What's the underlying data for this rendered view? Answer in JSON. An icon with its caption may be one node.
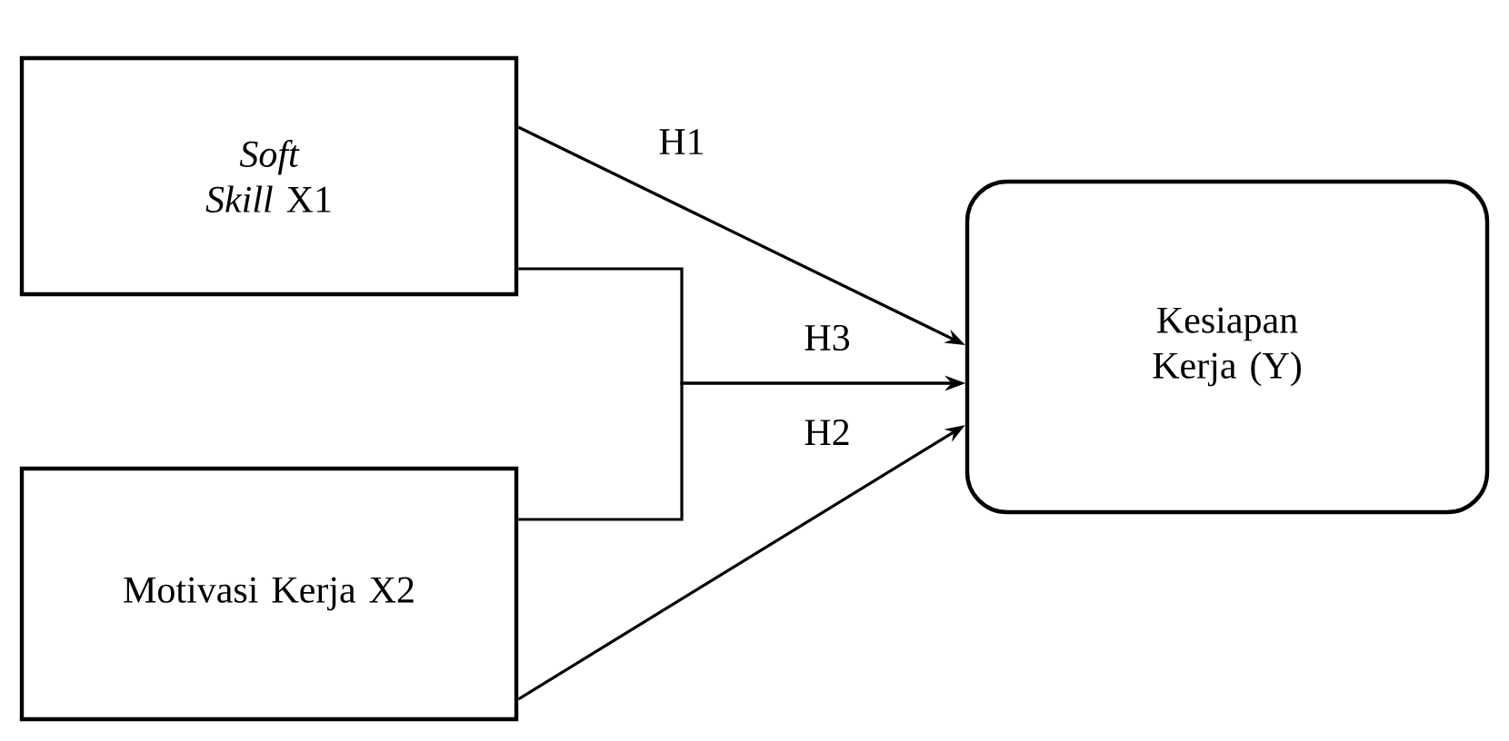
{
  "diagram": {
    "nodes": [
      {
        "text": [
          "*Soft Skill* X1"
        ]
      },
      {
        "text": [
          "Motivasi Kerja X2"
        ]
      },
      {
        "text": [
          "Kesiapan Kerja (Y)"
        ]
      }
    ],
    "edges": [
      {
        "from": 0,
        "to": 2,
        "arrow": "to",
        "label": "H1"
      },
      {
        "from": 1,
        "to": 2,
        "arrow": "to",
        "label": "H2"
      },
      {
        "from": 0,
        "to": 2,
        "arrow": "to",
        "label": "H3"
      },
      {
        "from": 1,
        "to": 2,
        "arrow": "to"
      }
    ]
  }
}
